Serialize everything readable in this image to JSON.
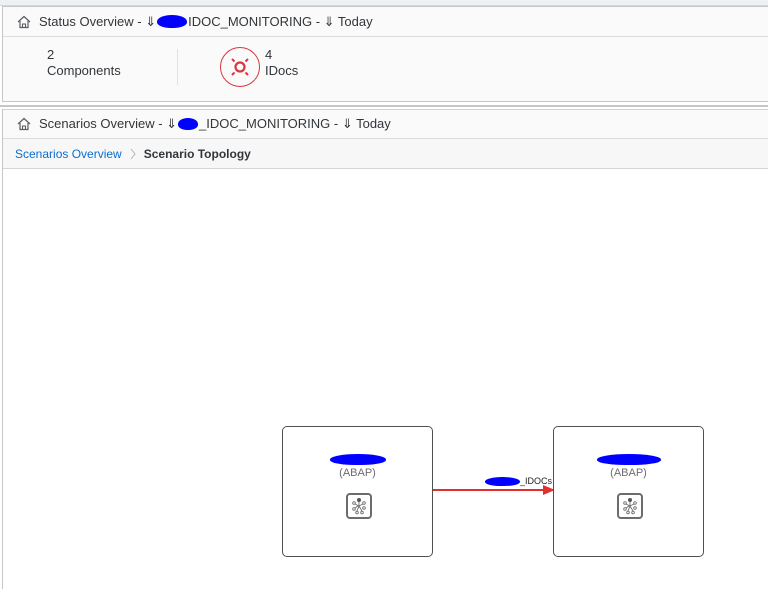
{
  "status_panel": {
    "title_prefix": "Status Overview - ⇓ ",
    "title_suffix": "IDOC_MONITORING - ⇓ Today",
    "components": {
      "count": "2",
      "label": "Components"
    },
    "idocs": {
      "count": "4",
      "label": "IDocs",
      "icon_color": "#d9363e"
    }
  },
  "scenarios_panel": {
    "title_prefix": "Scenarios Overview - ⇓ ",
    "title_suffix": "_IDOC_MONITORING - ⇓ Today",
    "breadcrumb": {
      "link": "Scenarios Overview",
      "separator": ">",
      "current": "Scenario Topology"
    }
  },
  "topology": {
    "nodes": [
      {
        "type": "(ABAP)",
        "icon": "system-network-icon"
      },
      {
        "type": "(ABAP)",
        "icon": "system-network-icon"
      }
    ],
    "edge": {
      "label_suffix": "_IDOCs",
      "color": "#e03030"
    }
  }
}
